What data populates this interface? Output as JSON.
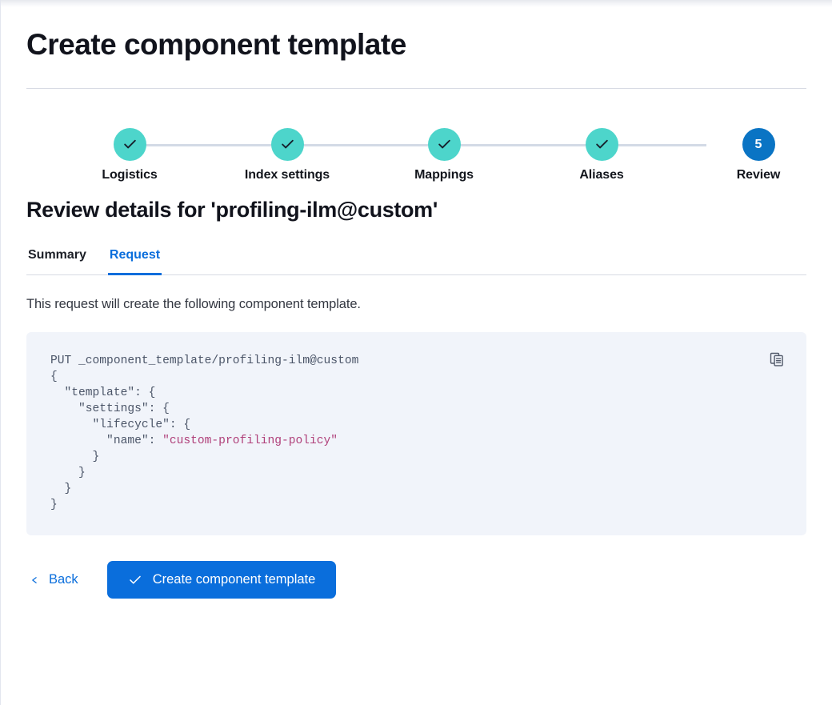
{
  "window": {
    "page_title": "Create component template"
  },
  "stepper": {
    "steps": [
      {
        "label": "Logistics",
        "state": "done",
        "indicator": "check-icon",
        "number": "1"
      },
      {
        "label": "Index settings",
        "state": "done",
        "indicator": "check-icon",
        "number": "2"
      },
      {
        "label": "Mappings",
        "state": "done",
        "indicator": "check-icon",
        "number": "3"
      },
      {
        "label": "Aliases",
        "state": "done",
        "indicator": "check-icon",
        "number": "4"
      },
      {
        "label": "Review",
        "state": "current",
        "indicator": "number",
        "number": "5"
      }
    ],
    "colors": {
      "done": "#4dd5cb",
      "current": "#0a74c4",
      "track": "#d3dae6"
    }
  },
  "review": {
    "heading": "Review details for 'profiling-ilm@custom'",
    "tabs": [
      {
        "label": "Summary",
        "active": false
      },
      {
        "label": "Request",
        "active": true
      }
    ],
    "description": "This request will create the following component template.",
    "code": {
      "copy_icon": "copy-clipboard-icon",
      "lines": [
        {
          "text": "PUT _component_template/profiling-ilm@custom"
        },
        {
          "text": "{"
        },
        {
          "text": "  \"template\": {"
        },
        {
          "text": "    \"settings\": {"
        },
        {
          "text": "      \"lifecycle\": {"
        },
        {
          "prefix": "        \"name\": ",
          "string": "\"custom-profiling-policy\""
        },
        {
          "text": "      }"
        },
        {
          "text": "    }"
        },
        {
          "text": "  }"
        },
        {
          "text": "}"
        }
      ],
      "background": "#f1f4fa",
      "string_color": "#b0407a"
    }
  },
  "actions": {
    "back_label": "Back",
    "back_icon": "chevron-left-icon",
    "submit_label": "Create component template",
    "submit_icon": "check-icon",
    "accent_color": "#0a6edc"
  }
}
